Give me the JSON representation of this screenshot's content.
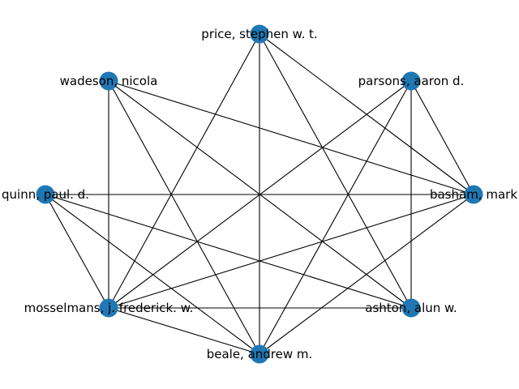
{
  "graph": {
    "node_color": "#1f77b4",
    "edge_color": "#000000",
    "nodes": [
      {
        "id": "price",
        "label": "price, stephen w. t."
      },
      {
        "id": "wadeson",
        "label": "wadeson, nicola"
      },
      {
        "id": "parsons",
        "label": "parsons, aaron d."
      },
      {
        "id": "quinn",
        "label": "quinn, paul. d."
      },
      {
        "id": "basham",
        "label": "basham, mark"
      },
      {
        "id": "mosselmans",
        "label": "mosselmans, j. frederick. w."
      },
      {
        "id": "ashton",
        "label": "ashton, alun w."
      },
      {
        "id": "beale",
        "label": "beale, andrew m."
      }
    ],
    "edges": [
      [
        "price",
        "mosselmans"
      ],
      [
        "price",
        "beale"
      ],
      [
        "price",
        "basham"
      ],
      [
        "price",
        "ashton"
      ],
      [
        "wadeson",
        "mosselmans"
      ],
      [
        "wadeson",
        "basham"
      ],
      [
        "wadeson",
        "ashton"
      ],
      [
        "wadeson",
        "beale"
      ],
      [
        "parsons",
        "mosselmans"
      ],
      [
        "parsons",
        "basham"
      ],
      [
        "parsons",
        "ashton"
      ],
      [
        "parsons",
        "beale"
      ],
      [
        "quinn",
        "basham"
      ],
      [
        "quinn",
        "mosselmans"
      ],
      [
        "quinn",
        "ashton"
      ],
      [
        "quinn",
        "beale"
      ],
      [
        "basham",
        "mosselmans"
      ],
      [
        "basham",
        "beale"
      ],
      [
        "mosselmans",
        "ashton"
      ],
      [
        "mosselmans",
        "beale"
      ]
    ]
  }
}
